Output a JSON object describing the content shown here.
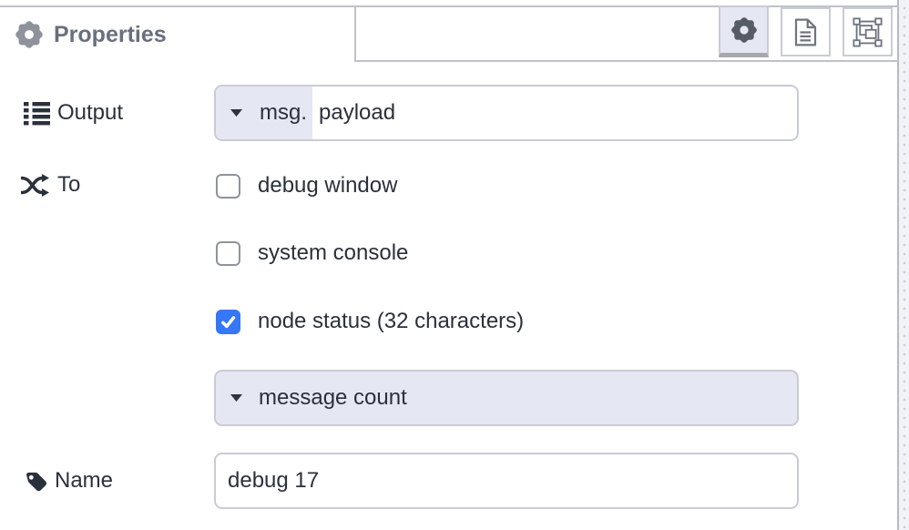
{
  "panel": {
    "tab": {
      "label": "Properties"
    },
    "toolbar": {
      "properties_button": {
        "icon": "gear-icon",
        "active": true
      },
      "description_button": {
        "icon": "document-icon",
        "active": false
      },
      "appearance_button": {
        "icon": "appearance-icon",
        "active": false
      }
    }
  },
  "form": {
    "output": {
      "label": "Output",
      "typed_input": {
        "prefix": "msg.",
        "value": "payload"
      }
    },
    "to": {
      "label": "To",
      "checkboxes": [
        {
          "label": "debug window",
          "checked": false
        },
        {
          "label": "system console",
          "checked": false
        },
        {
          "label": "node status (32 characters)",
          "checked": true
        }
      ]
    },
    "status_source": {
      "value": "message count"
    },
    "name": {
      "label": "Name",
      "value": "debug 17"
    }
  },
  "colors": {
    "accent_checkbox": "#3577f6",
    "lavender_fill": "#e5e7f3",
    "border_gray": "#c9cbd5",
    "tab_text": "#68707d",
    "label_text": "#2b313c",
    "selected_underline": "#a6a8b0",
    "canvas_bg": "#f2f3f8"
  }
}
